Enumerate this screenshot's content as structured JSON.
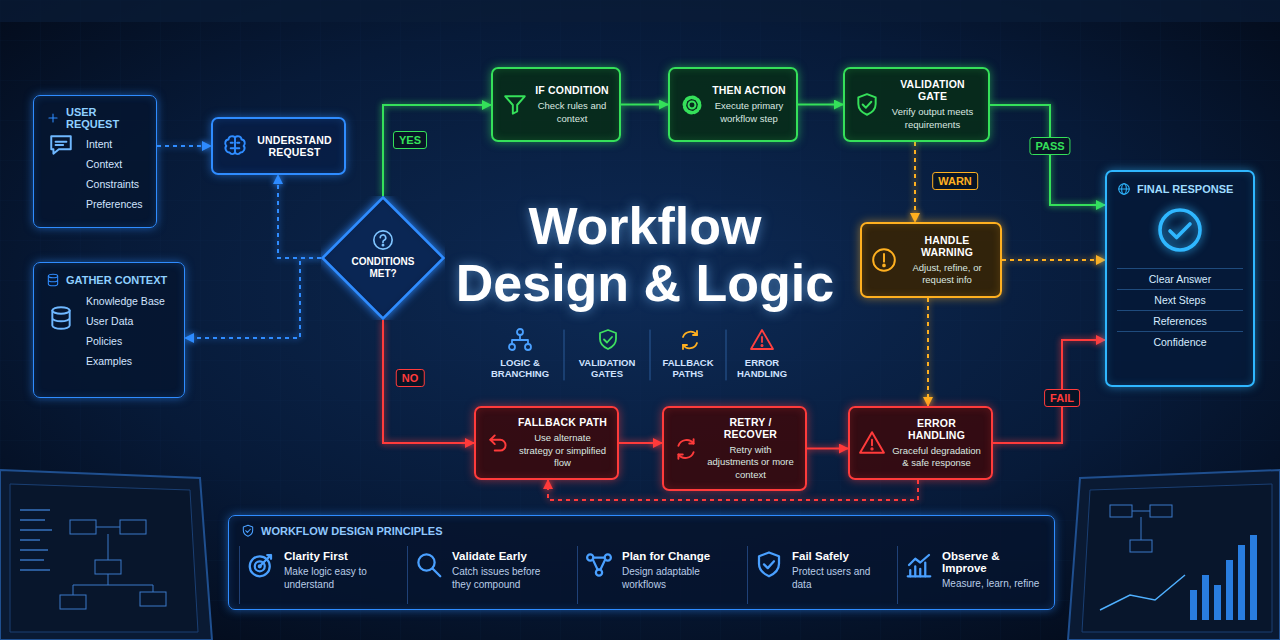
{
  "diagram": {
    "title": "Workflow Design & Logic",
    "nodes": [
      {
        "text": [
          "USER REQUEST",
          "Intent",
          "Context",
          "Constraints",
          "Preferences"
        ]
      },
      {
        "text": [
          "GATHER CONTEXT",
          "Knowledge Base",
          "User Data",
          "Policies",
          "Examples"
        ]
      },
      {
        "text": [
          "UNDERSTAND REQUEST"
        ]
      },
      {
        "text": [
          "CONDITIONS MET?"
        ]
      },
      {
        "text": [
          "IF CONDITION",
          "Check rules and context"
        ]
      },
      {
        "text": [
          "THEN ACTION",
          "Execute primary workflow step"
        ]
      },
      {
        "text": [
          "VALIDATION GATE",
          "Verify output meets requirements"
        ]
      },
      {
        "text": [
          "HANDLE WARNING",
          "Adjust, refine, or request info"
        ]
      },
      {
        "text": [
          "FALLBACK PATH",
          "Use alternate strategy or simplified flow"
        ]
      },
      {
        "text": [
          "RETRY / RECOVER",
          "Retry with adjustments or more context"
        ]
      },
      {
        "text": [
          "ERROR HANDLING",
          "Graceful degradation & safe response"
        ]
      },
      {
        "text": [
          "FINAL RESPONSE",
          "Clear Answer",
          "Next Steps",
          "References",
          "Confidence"
        ]
      },
      {
        "text": [
          "WORKFLOW DESIGN PRINCIPLES"
        ]
      },
      {
        "text": [
          "Clarity First",
          "Make logic easy to understand"
        ],
        "in": 12
      },
      {
        "text": [
          "Validate Early",
          "Catch issues before they compound"
        ],
        "in": 12
      },
      {
        "text": [
          "Plan for Change",
          "Design adaptable workflows"
        ],
        "in": 12
      },
      {
        "text": [
          "Fail Safely",
          "Protect users and data"
        ],
        "in": 12
      },
      {
        "text": [
          "Observe & Improve",
          "Measure, learn, refine"
        ],
        "in": 12
      }
    ],
    "edges": [
      {
        "from": 0,
        "to": 2,
        "arrow": "to"
      },
      {
        "from": 3,
        "to": 2,
        "arrow": "to"
      },
      {
        "from": 3,
        "to": 1,
        "arrow": "to"
      },
      {
        "from": 3,
        "to": 4,
        "label": "YES",
        "arrow": "to"
      },
      {
        "from": 4,
        "to": 5,
        "arrow": "to"
      },
      {
        "from": 5,
        "to": 6,
        "arrow": "to"
      },
      {
        "from": 6,
        "to": 11,
        "label": "PASS",
        "arrow": "to"
      },
      {
        "from": 6,
        "to": 7,
        "label": "WARN",
        "arrow": "to"
      },
      {
        "from": 7,
        "to": 11,
        "arrow": "to"
      },
      {
        "from": 7,
        "to": 10,
        "arrow": "to"
      },
      {
        "from": 3,
        "to": 8,
        "label": "NO",
        "arrow": "to"
      },
      {
        "from": 8,
        "to": 9,
        "arrow": "to"
      },
      {
        "from": 9,
        "to": 10,
        "arrow": "to"
      },
      {
        "from": 10,
        "to": 11,
        "label": "FAIL",
        "arrow": "to"
      },
      {
        "from": 10,
        "to": 8,
        "arrow": "to"
      }
    ],
    "labels": [
      "LOGIC & BRANCHING",
      "VALIDATION GATES",
      "FALLBACK PATHS",
      "ERROR HANDLING"
    ]
  }
}
